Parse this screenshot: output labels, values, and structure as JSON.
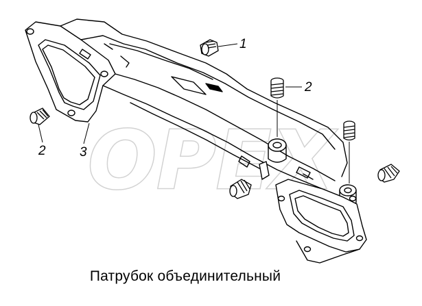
{
  "caption": "Патрубок объединительный",
  "watermark": "OPEX",
  "callouts": [
    {
      "id": "callout-1",
      "label": "1"
    },
    {
      "id": "callout-2-upper",
      "label": "2"
    },
    {
      "id": "callout-2-left",
      "label": "2"
    },
    {
      "id": "callout-3",
      "label": "3"
    }
  ],
  "colors": {
    "line": "#000000",
    "watermark_fill": "#ffffff",
    "watermark_stroke": "#d2d2d2",
    "background": "#ffffff"
  }
}
